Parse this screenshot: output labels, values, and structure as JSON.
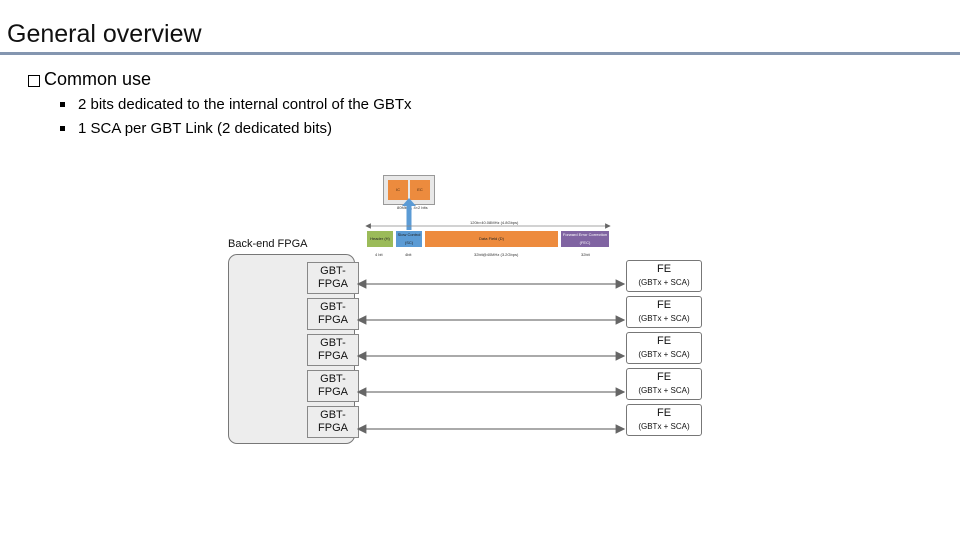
{
  "title": "General overview",
  "bullet": {
    "label": "Common use",
    "subitems": [
      "2 bits dedicated to the internal control of the GBTx",
      "1 SCA per GBT Link (2 dedicated bits)"
    ]
  },
  "frame": {
    "top_boxes": [
      "IC",
      "EC"
    ],
    "top_caption": "80Mbps, 4×2 bits",
    "total_label": "120b×40.08MHz (4.8Gbps)",
    "segments": [
      {
        "label": "Header\n(H)",
        "width_label": "4 bit",
        "color": "#9bbb59"
      },
      {
        "label": "Slow Control\n(SC)",
        "width_label": "4bit",
        "color": "#5b9bd5"
      },
      {
        "label": "Data Field (D)",
        "width_label": "32bit@40MHz (3.2Gbps)",
        "color": "#ed8b3e"
      },
      {
        "label": "Forward Error Correction\n(FEC)",
        "width_label": "32bit",
        "color": "#8064a2"
      }
    ]
  },
  "backend": {
    "label": "Back-end FPGA",
    "gbt_label_line1": "GBT-",
    "gbt_label_line2": "FPGA"
  },
  "links": [
    {
      "fe": "FE",
      "fe_sub": "(GBTx + SCA)"
    },
    {
      "fe": "FE",
      "fe_sub": "(GBTx + SCA)"
    },
    {
      "fe": "FE",
      "fe_sub": "(GBTx + SCA)"
    },
    {
      "fe": "FE",
      "fe_sub": "(GBTx + SCA)"
    },
    {
      "fe": "FE",
      "fe_sub": "(GBTx + SCA)"
    }
  ]
}
